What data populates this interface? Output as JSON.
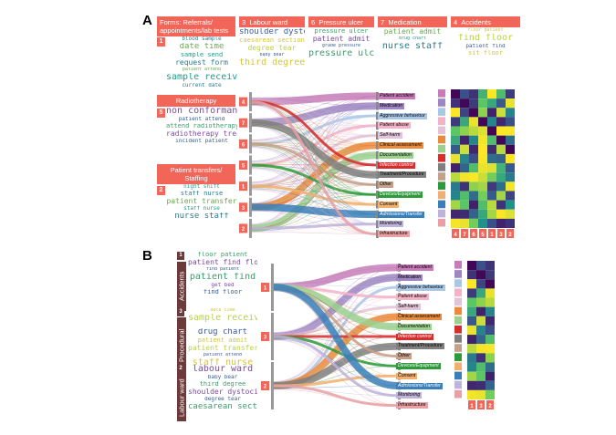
{
  "panels": [
    {
      "letter": "A",
      "word_clouds": [
        {
          "num": "1",
          "title": "Forms: Referrals/ appointments/lab tests",
          "words": [
            "blood sample",
            "date time",
            "sample send",
            "request form",
            "patient attend",
            "sample receive",
            "current date"
          ]
        },
        {
          "num": "3",
          "title": "Labour ward",
          "words": [
            "shoulder dystocia",
            "caesarean section",
            "degree tear",
            "baby bear",
            "third degree"
          ]
        },
        {
          "num": "6",
          "title": "Pressure ulcer",
          "words": [
            "pressure ulcer",
            "patient admit",
            "grade pressure",
            "pressure ulcer care"
          ]
        },
        {
          "num": "7",
          "title": "Medication",
          "words": [
            "patient admit",
            "drug chart",
            "nurse staff"
          ]
        },
        {
          "num": "4",
          "title": "Accidents",
          "words": [
            "floor patient",
            "find floor",
            "patient find",
            "sit floor"
          ]
        },
        {
          "num": "5",
          "title": "Radiotherapy",
          "words": [
            "non conformance",
            "patient attend",
            "attend radiotherapy",
            "radiotherapy treatment",
            "incident patient"
          ]
        },
        {
          "num": "2",
          "title": "Patient transfers/ Staffing",
          "words": [
            "night shift",
            "staff nurse",
            "patient transfer",
            "staff nurse",
            "nurse staff"
          ]
        }
      ],
      "sankey_left_nums": [
        "4",
        "7",
        "6",
        "5",
        "1",
        "3",
        "2"
      ],
      "categories": [
        "Patient accident",
        "Medication",
        "Aggressive behaviour",
        "Patient abuse",
        "Self-harm",
        "Clinical assessment",
        "Documentation",
        "Infection control",
        "Treatment/Procedure",
        "Other",
        "Devices/Equipment",
        "Consent",
        "Admissions/Transfer",
        "Monitoring",
        "Infrastructure"
      ],
      "heatmap_cols": [
        "4",
        "7",
        "6",
        "5",
        "1",
        "3",
        "2"
      ]
    },
    {
      "letter": "B",
      "groups": [
        {
          "name": "Accidents",
          "word_clouds": [
            {
              "num": "1",
              "words": [
                "floor patient",
                "patient find floor",
                "find patient",
                "patient find",
                "get bed",
                "find floor"
              ]
            }
          ]
        },
        {
          "name": "Procedural",
          "word_clouds": [
            {
              "num": "3",
              "words": [
                "date time",
                "sample receive"
              ]
            },
            {
              "num": "",
              "words": [
                "drug chart",
                "patient admit",
                "patient transfer",
                "patient attend",
                "staff nurse"
              ]
            }
          ]
        },
        {
          "name": "Labour ward",
          "word_clouds": [
            {
              "num": "2",
              "words": [
                "labour ward",
                "baby bear",
                "third degree",
                "shoulder dystocia",
                "degree tear",
                "caesarean section"
              ]
            }
          ]
        }
      ],
      "sankey_left_nums": [
        "1",
        "3",
        "2"
      ],
      "categories": [
        "Patient accident",
        "Medication",
        "Aggressive behaviour",
        "Patient abuse",
        "Self-harm",
        "Clinical assessment",
        "Documentation",
        "Infection control",
        "Treatment/Procedure",
        "Other",
        "Devices/Equipment",
        "Consent",
        "Admissions/Transfer",
        "Monitoring",
        "Infrastructure"
      ],
      "heatmap_cols": [
        "1",
        "3",
        "2"
      ]
    }
  ],
  "colors": {
    "header": "#f2665a",
    "group_label": "#6d3a3a",
    "topic_number_box": "#f2665a",
    "Patient accident": "#c77cb9",
    "Medication": "#9e86c2",
    "Aggressive behaviour": "#aac7e6",
    "Patient abuse": "#f4b2c7",
    "Self-harm": "#e3c3d8",
    "Clinical assessment": "#ea8a3c",
    "Documentation": "#9bd08f",
    "Infection control": "#d62e2e",
    "Treatment/Procedure": "#7f7f7f",
    "Other": "#c4a08a",
    "Devices/Equipment": "#2e9a3c",
    "Consent": "#f0b070",
    "Admissions/Transfer": "#3a7fb8",
    "Monitoring": "#c0b3da",
    "Infrastructure": "#e8a0a6"
  }
}
